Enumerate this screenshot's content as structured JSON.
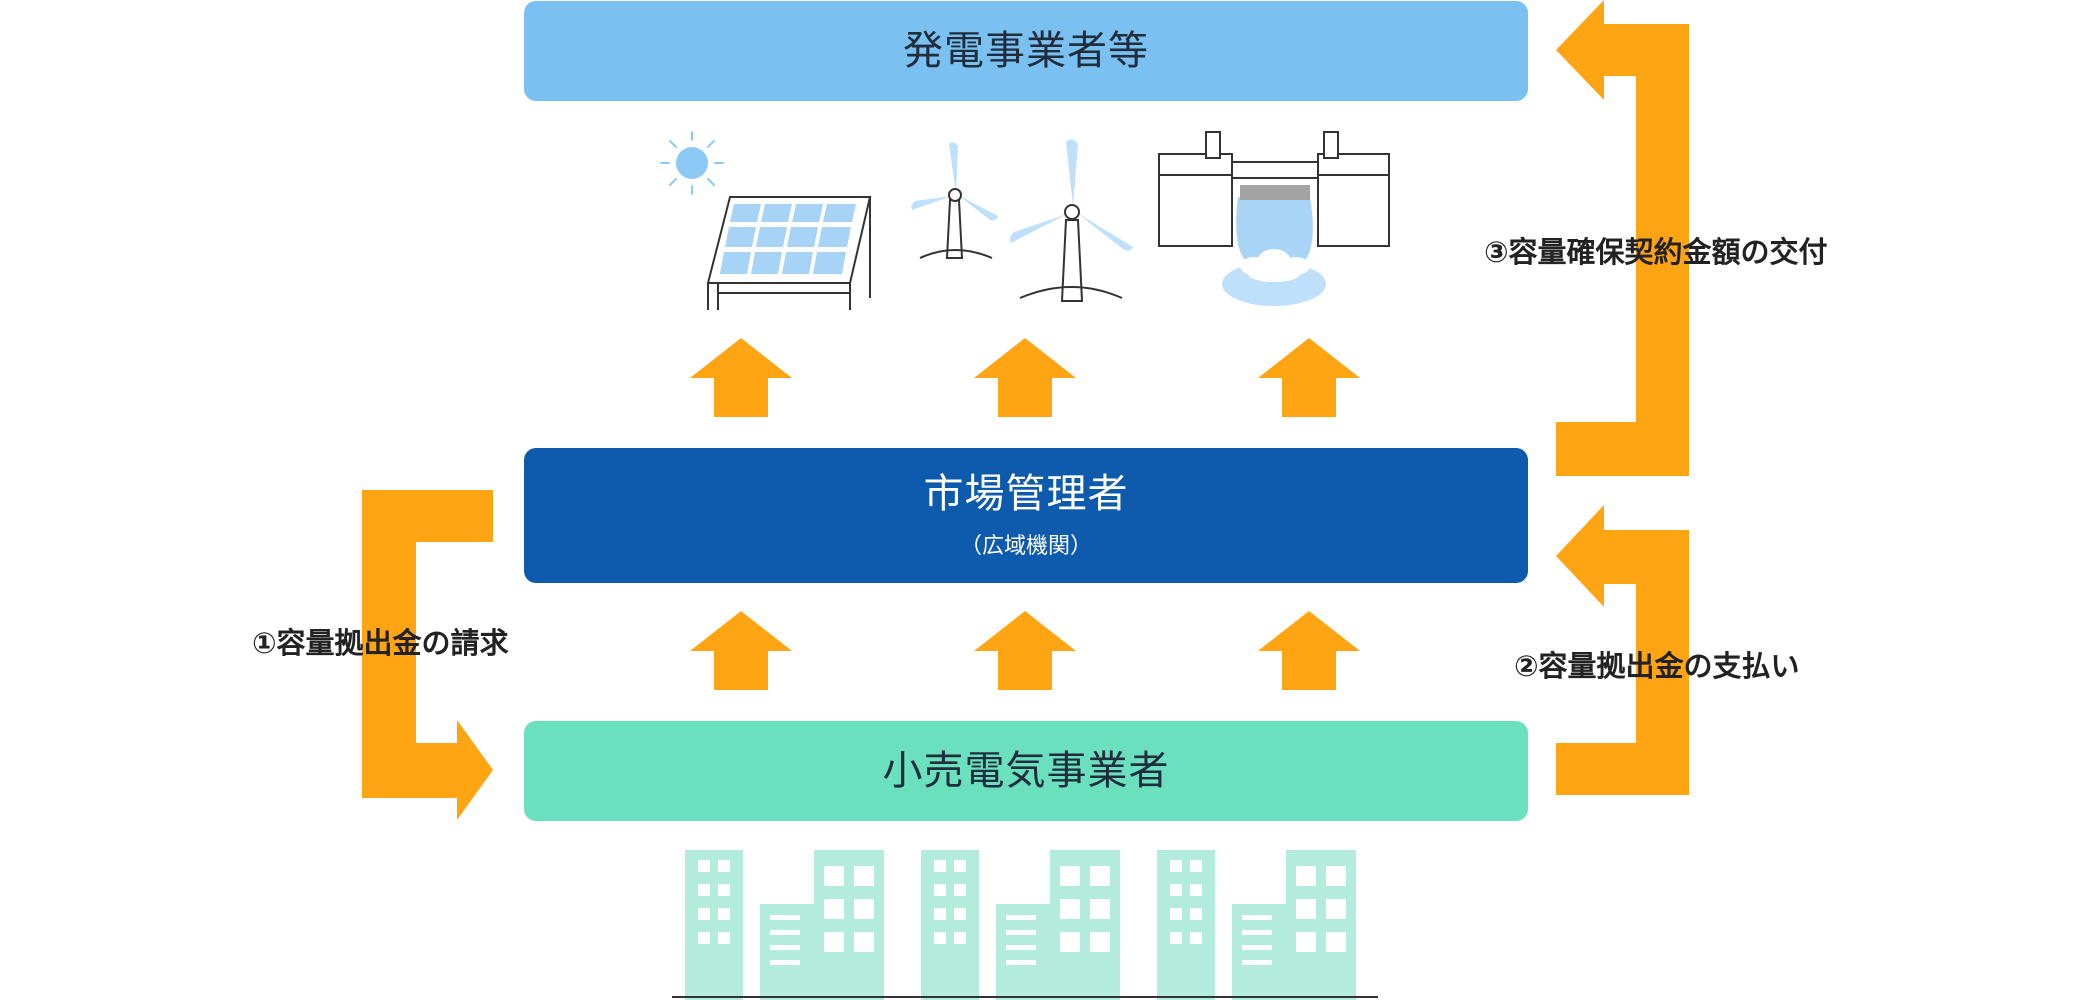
{
  "generators": {
    "title": "発電事業者等"
  },
  "market": {
    "title": "市場管理者",
    "subtitle": "（広域機関）"
  },
  "retailers": {
    "title": "小売電気事業者"
  },
  "flows": {
    "request": "①容量拠出金の請求",
    "payment": "②容量拠出金の支払い",
    "grant": "③容量確保契約金額の交付"
  },
  "colors": {
    "arrow": "#ffa514",
    "generators_box": "#7ac0f0",
    "market_box": "#0e5aad",
    "retailers_box": "#6be0be",
    "illustration_blue": "#bfe0fb",
    "building": "#b3ecdd"
  },
  "icons": [
    "sun-icon",
    "solar-panel-icon",
    "wind-turbine-icon",
    "hydro-dam-icon",
    "building-icon",
    "up-arrow-icon",
    "flow-arrow-icon"
  ]
}
